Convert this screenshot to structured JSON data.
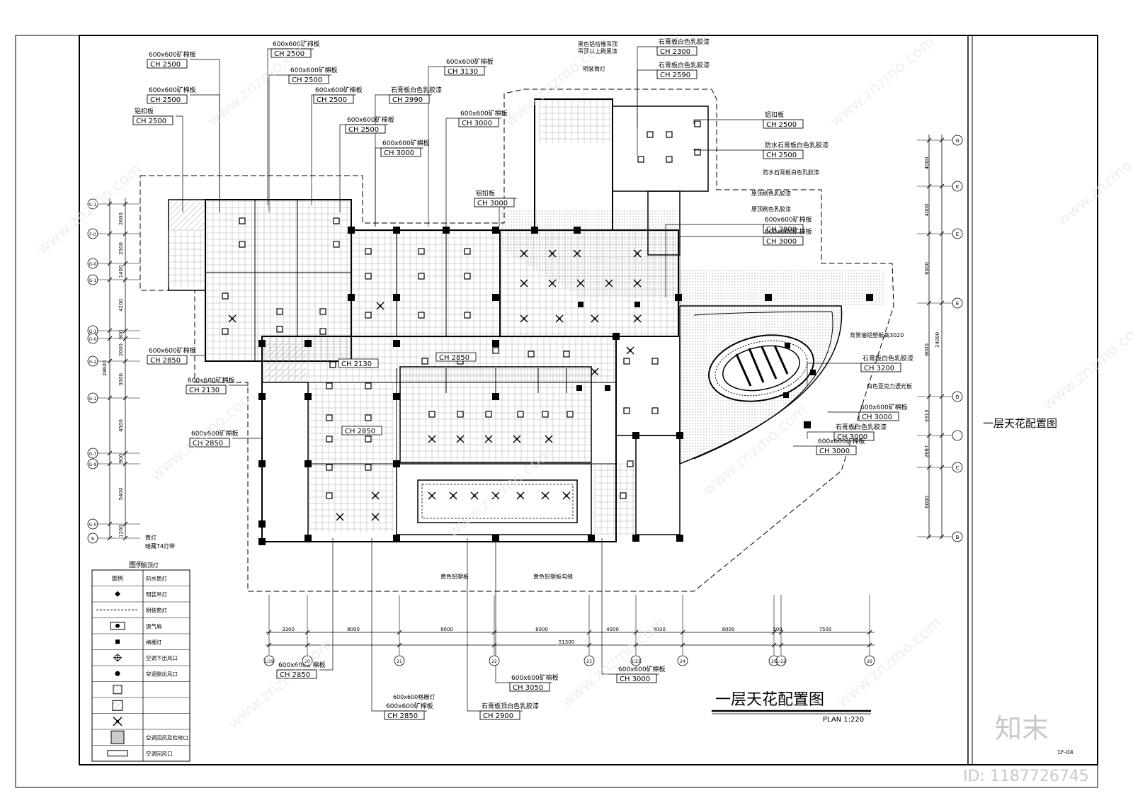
{
  "title_block": {
    "drawing_name": "一层天花配置图",
    "sheet_no": "1F-04"
  },
  "plan_title": {
    "title": "一层天花配置图",
    "scale": "PLAN 1:220"
  },
  "watermark": {
    "brand": "知末",
    "site": "www.znzmo.com",
    "id_text": "ID: 1187726745"
  },
  "left_grid": {
    "labels": [
      "G-1",
      "F-0",
      "G-0",
      "G-1",
      "G-1",
      "G-0",
      "G-2",
      "G-1",
      "G-7",
      "G-9",
      "G-0",
      "B"
    ],
    "dims": [
      "2600",
      "2500",
      "1400",
      "4200",
      "900",
      "2000",
      "3000",
      "4500",
      "900",
      "5400",
      "1200"
    ],
    "total": "28600"
  },
  "right_grid": {
    "labels": [
      "G",
      "E",
      "E",
      "E",
      "D",
      "",
      "C",
      "B"
    ],
    "dims": [
      "4000",
      "4000",
      "6000",
      "8000",
      "3313",
      "2687",
      "6000"
    ],
    "total": "34000"
  },
  "bottom_grid": {
    "labels": [
      "1/19",
      "20",
      "21",
      "22",
      "23",
      "1/23",
      "24",
      "25",
      "1-22",
      "26"
    ],
    "dims": [
      "3300",
      "8000",
      "8000",
      "8000",
      "4000",
      "4000",
      "8000",
      "500",
      "7500"
    ],
    "total": "51300"
  },
  "callouts": [
    {
      "name": "600x600矿棉板",
      "ch": "CH 2500"
    },
    {
      "name": "600x600矿棉板",
      "ch": "CH 2500"
    },
    {
      "name": "600x600矿棉板",
      "ch": "CH 2500"
    },
    {
      "name": "600x600矿棉板",
      "ch": "CH 2500"
    },
    {
      "name": "铝扣板",
      "ch": "CH 2500"
    },
    {
      "name": "600x600矿棉板",
      "ch": "CH 2500"
    },
    {
      "name": "600x600矿棉板",
      "ch": "CH 2500"
    },
    {
      "name": "石膏板白色乳胶漆",
      "ch": "CH 2990"
    },
    {
      "name": "600x600矿棉板",
      "ch": "CH 3130"
    },
    {
      "name": "600x600矿棉板",
      "ch": "CH 3000"
    },
    {
      "name": "600x600矿棉板",
      "ch": "CH 3000"
    },
    {
      "name": "铝扣板",
      "ch": "CH 3000"
    },
    {
      "name": "石膏板白色乳胶漆",
      "ch": "CH 2300"
    },
    {
      "name": "石膏板白色乳胶漆",
      "ch": "CH 2590"
    },
    {
      "name": "铝扣板",
      "ch": "CH 2500"
    },
    {
      "name": "防水石膏板白色乳胶漆",
      "ch": "CH 2500"
    },
    {
      "name": "600x600矿棉板",
      "ch": "CH 2850"
    },
    {
      "name": "600x600矿棉板",
      "ch": "CH 2130"
    },
    {
      "name": "600x600矿棉板",
      "ch": "CH 2850"
    },
    {
      "name": "600x600矿棉板",
      "ch": "CH 2850"
    },
    {
      "name": "600x600矿棉板",
      "ch": "CH 2850"
    },
    {
      "name": "石膏板顶白色乳胶漆",
      "ch": "CH 2900"
    },
    {
      "name": "600x600矿棉板",
      "ch": "CH 3050"
    },
    {
      "name": "600x600矿棉板",
      "ch": "CH 3000"
    },
    {
      "name": "600x600矿棉板",
      "ch": "CH 3000"
    },
    {
      "name": "石膏板白色乳胶漆",
      "ch": "CH 3000"
    },
    {
      "name": "600x600矿棉板",
      "ch": "CH 3000"
    },
    {
      "name": "石膏板白色乳胶漆",
      "ch": "CH 3200"
    },
    {
      "name": "600x600矿棉板",
      "ch": "CH 2800"
    },
    {
      "name": "600x600矿棉板",
      "ch": "CH 3000"
    }
  ],
  "plain_notes": [
    "黑色铝格栅吊顶",
    "吊顶以上刷黑漆",
    "明装筒灯",
    "防水石膏板白色乳胶漆",
    "原顶刷色乳胶漆",
    "原顶刷色乳胶漆",
    "背景墙铝塑板高3020",
    "白色亚克力透光板",
    "600x600格栅灯",
    "黄色铝塑板",
    "黄色铝塑板勾缝",
    "筒灯",
    "暗藏T4灯带"
  ],
  "inline_ch": [
    "CH 2850",
    "CH 2130",
    "CH 2850"
  ],
  "legend": {
    "title": "图例",
    "header_col1": "图例",
    "rows": [
      {
        "symbol": "square-lamp",
        "text": "防水筒灯"
      },
      {
        "symbol": "diamond",
        "text": "明装吊灯"
      },
      {
        "symbol": "dash-line",
        "text": "明装筒灯"
      },
      {
        "symbol": "fan",
        "text": "换气扇"
      },
      {
        "symbol": "grille",
        "text": "格栅灯"
      },
      {
        "symbol": "crosshair",
        "text": "空调下出风口"
      },
      {
        "symbol": "dot",
        "text": "空调侧出风口"
      },
      {
        "symbol": "square",
        "text": ""
      },
      {
        "symbol": "hatched-square",
        "text": ""
      },
      {
        "symbol": "star-lamp",
        "text": ""
      },
      {
        "symbol": "big-square",
        "text": "空调回风及检修口"
      },
      {
        "symbol": "rect",
        "text": "空调回风口"
      }
    ],
    "extra": "吸顶灯"
  }
}
